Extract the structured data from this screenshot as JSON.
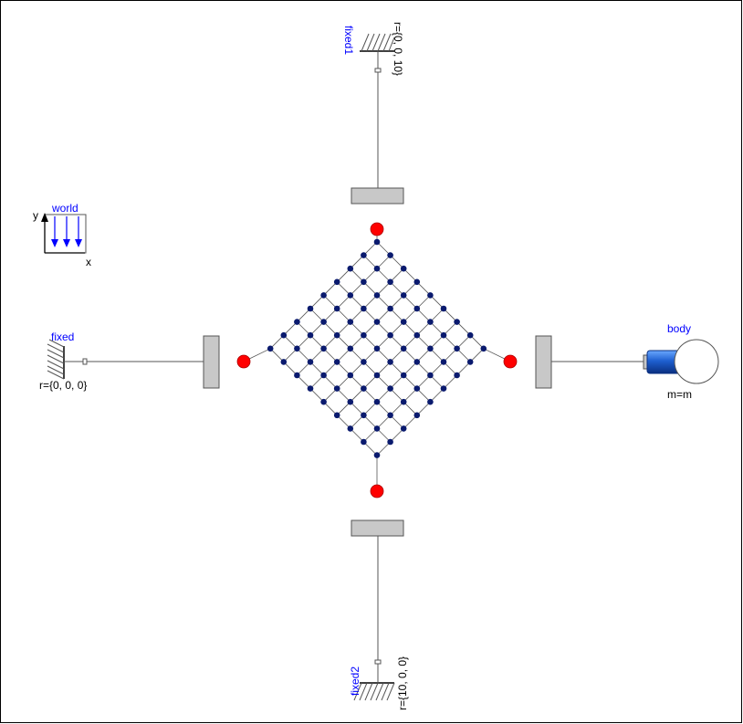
{
  "colors": {
    "border": "#000000",
    "line": "#555555",
    "label_blue": "#0000ff",
    "node": "#0a1a6e",
    "corner_node": "#ff0000",
    "block_fill": "#c8c8c8",
    "block_stroke": "#555555",
    "body_blue": "#1e5fd0"
  },
  "labels": {
    "world": "world",
    "axis_y": "y",
    "axis_x": "x",
    "fixed": "fixed",
    "fixed_r": "r={0, 0, 0}",
    "fixed1": "fixed1",
    "fixed1_r": "r={0, 0, 10}",
    "fixed2": "fixed2",
    "fixed2_r": "r={10, 0, 0}",
    "body": "body",
    "body_param": "m=m"
  },
  "grid": {
    "rows": 9,
    "cols": 9,
    "corner_markers": [
      "top",
      "bottom",
      "left",
      "right"
    ]
  }
}
